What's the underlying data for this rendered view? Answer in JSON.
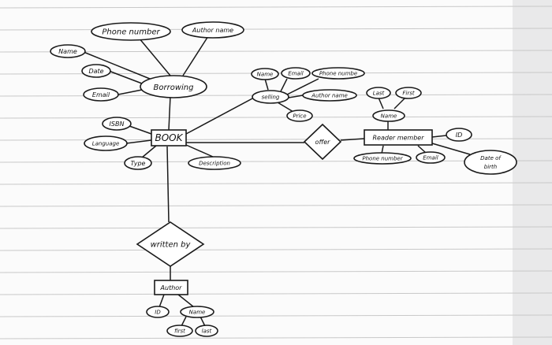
{
  "entities": {
    "book": "BOOK",
    "reader_member": "Reader member",
    "author": "Author"
  },
  "relationships": {
    "borrowing": "Borrowing",
    "selling": "selling",
    "offer": "offer",
    "written_by": "written by"
  },
  "attributes": {
    "phone_number_top": "Phone number",
    "author_name_top": "Author name",
    "name_left": "Name",
    "date": "Date",
    "email_left": "Email",
    "isbn": "ISBN",
    "language": "Language",
    "type": "Type",
    "description": "Description",
    "selling_name": "Name",
    "selling_email": "Email",
    "selling_phone": "Phone numbe",
    "selling_author_name": "Author name",
    "price": "Price",
    "reader_last": "Last",
    "reader_first": "First",
    "reader_name": "Name",
    "reader_id": "ID",
    "reader_phone": "Phone number",
    "reader_email": "Email",
    "date_of_birth_line1": "Date of",
    "date_of_birth_line2": "birth",
    "author_id": "ID",
    "author_name": "Name",
    "author_first": "first",
    "author_last": "last"
  }
}
